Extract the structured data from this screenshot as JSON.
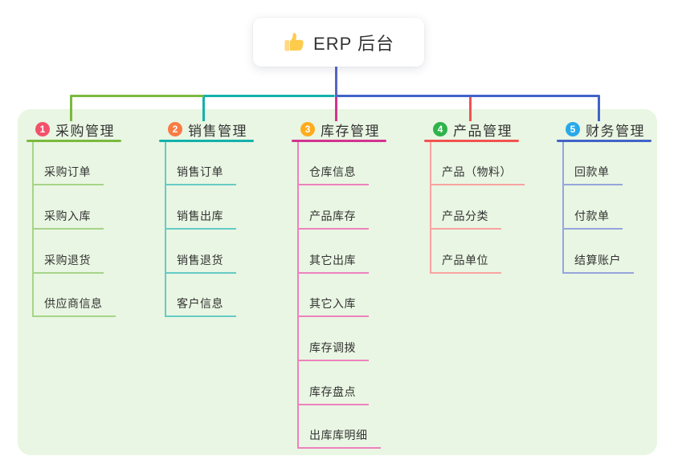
{
  "canvas": {
    "background": "#FFFFFF",
    "panel_color": "#E9F6E3"
  },
  "root": {
    "title": "ERP 后台",
    "icon": "thumbs-up-icon",
    "line_color": "#5566C4"
  },
  "branches": [
    {
      "number": "1",
      "label": "采购管理",
      "badge_color": "#F3516B",
      "line_color": "#7CB93F",
      "child_line_color": "#A6D488",
      "children": [
        "采购订单",
        "采购入库",
        "采购退货",
        "供应商信息"
      ]
    },
    {
      "number": "2",
      "label": "销售管理",
      "badge_color": "#F97B45",
      "line_color": "#14B1AC",
      "child_line_color": "#66CBC6",
      "children": [
        "销售订单",
        "销售出库",
        "销售退货",
        "客户信息"
      ]
    },
    {
      "number": "3",
      "label": "库存管理",
      "badge_color": "#FFAC1F",
      "line_color": "#D2348F",
      "child_line_color": "#EE82BE",
      "children": [
        "仓库信息",
        "产品库存",
        "其它出库",
        "其它入库",
        "库存调拨",
        "库存盘点",
        "出库库明细"
      ]
    },
    {
      "number": "4",
      "label": "产品管理",
      "badge_color": "#2FB34A",
      "line_color": "#F25351",
      "child_line_color": "#F9A3A1",
      "children": [
        "产品（物料）",
        "产品分类",
        "产品单位"
      ]
    },
    {
      "number": "5",
      "label": "财务管理",
      "badge_color": "#29A9E9",
      "line_color": "#4163C9",
      "child_line_color": "#96A5DC",
      "children": [
        "回款单",
        "付款单",
        "结算账户"
      ]
    }
  ]
}
